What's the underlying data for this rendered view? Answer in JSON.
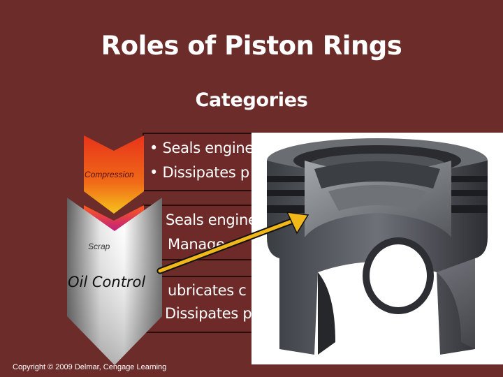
{
  "slide": {
    "title": "Roles of Piston Rings",
    "subtitle": "Categories"
  },
  "categories": [
    {
      "label": "Compression",
      "bullets": [
        "• Seals engine",
        "• Dissipates p"
      ]
    },
    {
      "label": "Scrap",
      "bullets": [
        "Seals engine",
        "Manage"
      ]
    },
    {
      "label": "Oil Control",
      "bullets": [
        "ubricates c",
        "Dissipates p"
      ]
    }
  ],
  "footer": {
    "copyright": "Copyright © 2009 Delmar, Cengage Learning"
  },
  "colors": {
    "background": "#6b2c2a",
    "box_border": "#2a0c0b",
    "arrow": "#f2b81a",
    "text": "#ffffff"
  },
  "image": {
    "subject": "piston cutaway"
  }
}
